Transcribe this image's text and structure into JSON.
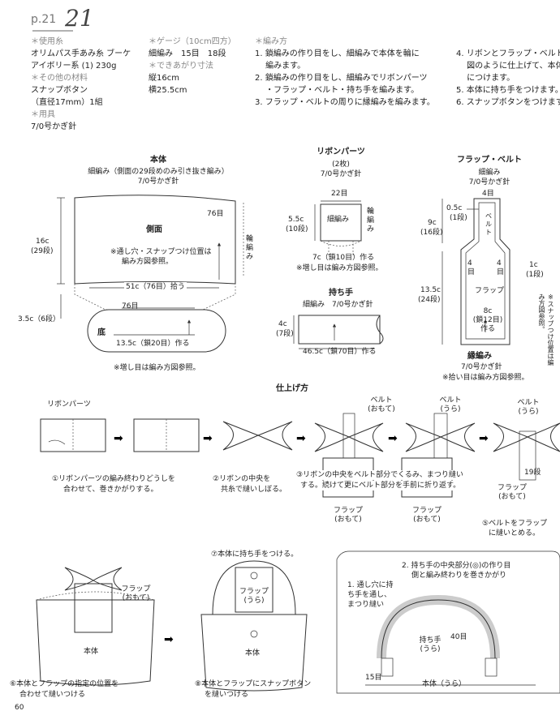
{
  "header": {
    "page_ref": "p.21",
    "pattern_number": "21"
  },
  "materials": {
    "yarn_head": "＊使用糸",
    "yarn_line1": "オリムパス手あみ糸 ブーケ",
    "yarn_line2": "アイボリー系 (1) 230g",
    "other_head": "＊その他の材料",
    "other_line1": "スナップボタン",
    "other_line2": "（直径17mm）1組",
    "tools_head": "＊用具",
    "tools_line1": "7/0号かぎ針"
  },
  "gauge": {
    "head": "＊ゲージ（10cm四方）",
    "line1": "細編み　15目　18段",
    "size_head": "＊できあがり寸法",
    "size_line1": "縦16cm",
    "size_line2": "横25.5cm"
  },
  "method": {
    "head": "＊編み方",
    "steps": [
      "1. 鎖編みの作り目をし、細編みで本体を輪に",
      "　 編みます。",
      "2. 鎖編みの作り目をし、細編みでリボンパーツ",
      "　 ・フラップ・ベルト・持ち手を編みます。",
      "3. フラップ・ベルトの周りに縁編みを編みます。"
    ]
  },
  "finish": {
    "steps": [
      "4. リボンとフラップ・ベルト",
      "　 図のように仕上げて、本体",
      "　 につけます。",
      "5. 本体に持ち手をつけます。",
      "6. スナップボタンをつけます。"
    ]
  },
  "body_diagram": {
    "title": "本体",
    "sub1": "細編み（側面の29段めのみ引き抜き編み）",
    "sub2": "7/0号かぎ針",
    "top_stitches": "76目",
    "side_label": "側面",
    "note1": "※通し穴・スナップつけ位置は",
    "note2": "編み方図参照。",
    "height": "16c",
    "height_rows": "(29段)",
    "ring": "輪編み",
    "pickup": "51c（76目）拾う",
    "bottom_h": "3.5c（6段）",
    "bottom_stitches": "76目",
    "bottom_label": "底",
    "bottom_start": "13.5c（鎖20目）作る",
    "inc_note": "※増し目は編み方図参照。"
  },
  "ribbon": {
    "title": "リボンパーツ",
    "count": "(2枚)",
    "hook": "7/0号かぎ針",
    "width": "22目",
    "method": "細編み",
    "ring": "輪編み",
    "height": "5.5c",
    "height_rows": "(10段)",
    "start": "7c（鎖10目）作る",
    "note": "※増し目は編み方図参照。"
  },
  "handle": {
    "title": "持ち手",
    "sub": "細編み　7/0号かぎ針",
    "height": "4c",
    "height_rows": "(7段)",
    "start": "46.5c（鎖70目）作る"
  },
  "flap": {
    "title": "フラップ・ベルト",
    "method": "細編み",
    "hook": "7/0号かぎ針",
    "top": "4目",
    "belt": "ベルト",
    "edge": "0.5c",
    "edge_rows": "(1段)",
    "belt_len": "9c",
    "belt_rows": "(16段)",
    "left4": "4目",
    "right4": "4目",
    "side": "1c",
    "side_rows": "(1段)",
    "label": "フラップ",
    "height": "13.5c",
    "height_rows": "(24段)",
    "start1": "8c",
    "start2": "(鎖12目)",
    "start3": "作る",
    "edging": "縁編み",
    "edging_hook": "7/0号かぎ針",
    "note": "※拾い目は編み方図参照。",
    "snap_note": "※スナップつけ位置は編み方図参照。"
  },
  "assembly": {
    "title": "仕上げ方",
    "ribbon_label": "リボンパーツ",
    "belt_front": "ベルト",
    "belt_front_sub": "(おもて)",
    "belt_back": "ベルト",
    "belt_back_sub": "(うら)",
    "belt_back2": "ベルト",
    "belt_back2_sub": "(うら)",
    "step1a": "①リボンパーツの編み終わりどうしを",
    "step1b": "合わせて、巻きかがりする。",
    "step2a": "②リボンの中央を",
    "step2b": "共糸で縫いしぼる。",
    "step3a": "③リボンの中央をベルト部分でくるみ、まつり縫い",
    "step3b": "する。続けて更にベルト部分を手前に折り返す。",
    "flap_front": "フラップ",
    "flap_front_sub": "(おもて)",
    "flap_front2": "フラップ",
    "flap_front2_sub": "(おもて)",
    "rows19": "19段",
    "flap_front3": "フラップ",
    "flap_front3_sub": "(おもて)",
    "step5a": "⑤ベルトをフラップ",
    "step5b": "に縫いとめる。",
    "flap4": "フラップ",
    "flap4_sub": "(おもて)",
    "body_label": "本体",
    "step6a": "⑥本体とフラップの指定の位置を",
    "step6b": "合わせて縫いつける",
    "step7": "⑦本体に持ち手をつける。",
    "flap_back": "フラップ",
    "flap_back_sub": "(うら)",
    "body_label2": "本体",
    "step8a": "⑧本体とフラップにスナップボタン",
    "step8b": "を縫いつける",
    "detail1a": "1. 通し穴に持",
    "detail1b": "ち手を通し、",
    "detail1c": "まつり縫い",
    "detail2a": "2. 持ち手の中央部分(◎)の作り目",
    "detail2b": "側と編み終わりを巻きかがり",
    "detail_handle": "持ち手",
    "detail_handle_sub": "(うら)",
    "detail_40": "40目",
    "detail_15": "15目",
    "detail_body": "本体（うら）"
  },
  "footer": {
    "page_number": "60"
  }
}
